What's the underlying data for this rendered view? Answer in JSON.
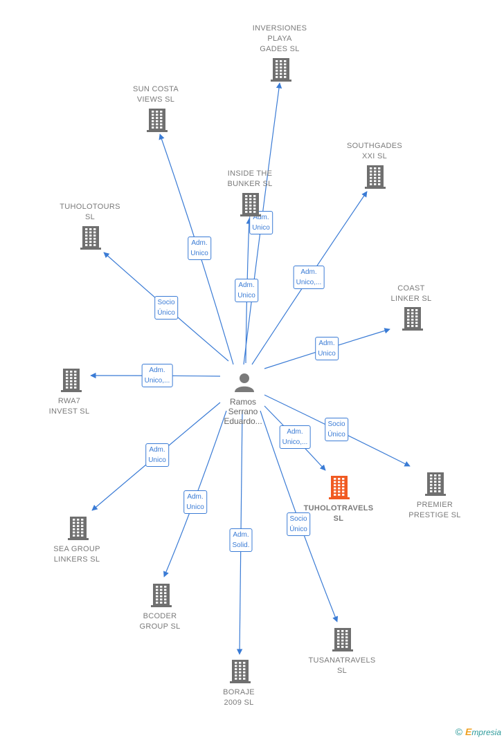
{
  "colors": {
    "edge": "#3a7bd5",
    "company": "#6f6f6f",
    "highlight": "#f05a22",
    "person": "#7a7a7a"
  },
  "person": {
    "name": "Ramos\nSerrano\nEduardo..."
  },
  "companies": [
    {
      "id": "inversiones",
      "label": "INVERSIONES\nPLAYA\nGADES  SL",
      "highlight": false
    },
    {
      "id": "suncosta",
      "label": "SUN COSTA\nVIEWS  SL",
      "highlight": false
    },
    {
      "id": "southgades",
      "label": "SOUTHGADES\nXXI  SL",
      "highlight": false
    },
    {
      "id": "inside",
      "label": "INSIDE THE\nBUNKER  SL",
      "highlight": false
    },
    {
      "id": "tuholotours",
      "label": "TUHOLOTOURS\nSL",
      "highlight": false
    },
    {
      "id": "coast",
      "label": "COAST\nLINKER  SL",
      "highlight": false
    },
    {
      "id": "rwa7",
      "label": "RWA7\nINVEST  SL",
      "highlight": false
    },
    {
      "id": "premier",
      "label": "PREMIER\nPRESTIGE  SL",
      "highlight": false
    },
    {
      "id": "tuholotravels",
      "label": "TUHOLOTRAVELS\nSL",
      "highlight": true
    },
    {
      "id": "seagroup",
      "label": "SEA GROUP\nLINKERS  SL",
      "highlight": false
    },
    {
      "id": "bcoder",
      "label": "BCODER\nGROUP  SL",
      "highlight": false
    },
    {
      "id": "tusanatravels",
      "label": "TUSANATRAVELS\nSL",
      "highlight": false
    },
    {
      "id": "boraje",
      "label": "BORAJE\n2009 SL",
      "highlight": false
    }
  ],
  "relations": [
    {
      "to": "inversiones",
      "label": "Adm.\nUnico"
    },
    {
      "to": "suncosta",
      "label": "Adm.\nUnico"
    },
    {
      "to": "inside",
      "label": "Adm.\nUnico"
    },
    {
      "to": "southgades",
      "label": "Adm.\nUnico,..."
    },
    {
      "to": "tuholotours",
      "label": "Socio\nÚnico"
    },
    {
      "to": "coast",
      "label": "Adm.\nUnico"
    },
    {
      "to": "rwa7",
      "label": "Adm.\nUnico,..."
    },
    {
      "to": "premier",
      "label": "Socio\nÚnico"
    },
    {
      "to": "tuholotravels",
      "label": "Adm.\nUnico,..."
    },
    {
      "to": "seagroup",
      "label": "Adm.\nUnico"
    },
    {
      "to": "bcoder",
      "label": "Adm.\nUnico"
    },
    {
      "to": "boraje",
      "label": "Adm.\nSolid."
    },
    {
      "to": "tusanatravels",
      "label": "Socio\nÚnico"
    }
  ],
  "footer": {
    "copyright": "©",
    "brand_initial": "E",
    "brand_rest": "mpresia"
  }
}
